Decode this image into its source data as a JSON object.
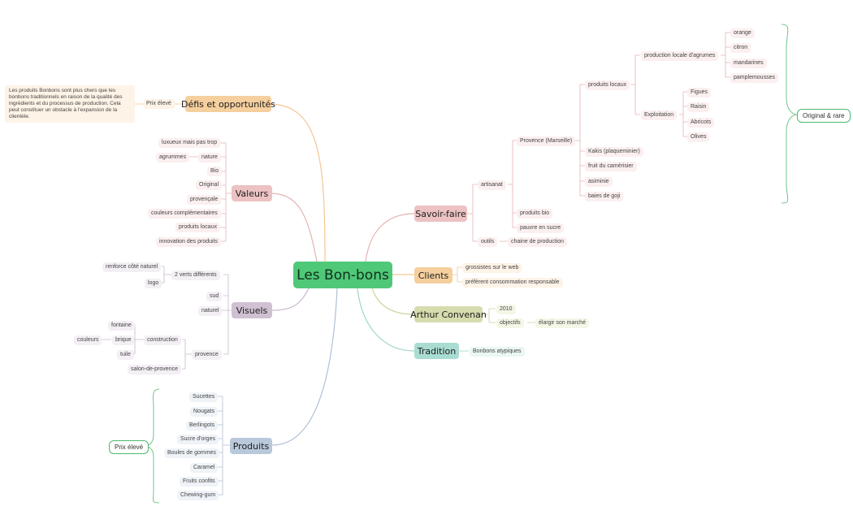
{
  "central": {
    "label": "Les Bon-bons"
  },
  "left": {
    "defis": {
      "title": "Défis et opportunités",
      "child": "Prix élevé",
      "note": "Les produits Bonbons sont plus chers que les bonbons traditionnels en raison de la qualité des ingrédients et du processus de production. Cela peut constituer un obstacle à l'expansion de la clientèle."
    },
    "valeurs": {
      "title": "Valeurs",
      "items": [
        "luxueux mais pas trop",
        "nature",
        "agrummes",
        "Bio",
        "Original",
        "provençale",
        "couleurs complémentaires",
        "produits locaux",
        "innovation des produits"
      ]
    },
    "visuels": {
      "title": "Visuels",
      "items": [
        "2 verts différents",
        "renforce côté naturel",
        "logo",
        "sud",
        "naturel",
        "provence",
        "construction",
        "fontaine",
        "brique",
        "couleurs",
        "tuile",
        "salon-de-provence"
      ]
    },
    "produits": {
      "title": "Produits",
      "items": [
        "Sucettes",
        "Nougats",
        "Berlingots",
        "Sucre d'orges",
        "Boules de gommes",
        "Caramel",
        "Fruits confits",
        "Chewing-gum"
      ],
      "summary": "Prix élevé"
    }
  },
  "right": {
    "savoir": {
      "title": "Savoir-faire",
      "items": [
        "artisanat",
        "outils",
        "chaine de production",
        "Provence (Marseille)",
        "produits bio",
        "pauvre en sucre",
        "produits locaux",
        "production locale d'agrumes",
        "orange",
        "citron",
        "mandarines",
        "pamplemousses",
        "Exploitation",
        "Figues",
        "Raisin",
        "Abricots",
        "Olives",
        "Kakis (plaqueminier)",
        "fruit du camérisier",
        "asiminie",
        "baies de goji"
      ],
      "summary": "Original & rare"
    },
    "clients": {
      "title": "Clients",
      "items": [
        "grossistes sur le web",
        "préfèrent consommation responsable"
      ]
    },
    "arthur": {
      "title": "Arthur Convenan",
      "items": [
        "2010",
        "objectifs",
        "élargir son marché"
      ]
    },
    "tradition": {
      "title": "Tradition",
      "items": [
        "Bonbons atypiques"
      ]
    }
  },
  "colors": {
    "central": "#4fc878",
    "defis": "#f5cf9e",
    "valeurs": "#ecc2c2",
    "visuels": "#cfc0d2",
    "produits": "#b9c8da",
    "savoir": "#ecc2c2",
    "clients": "#f5cf9e",
    "arthur": "#d6dcae",
    "tradition": "#a9dcd3"
  }
}
